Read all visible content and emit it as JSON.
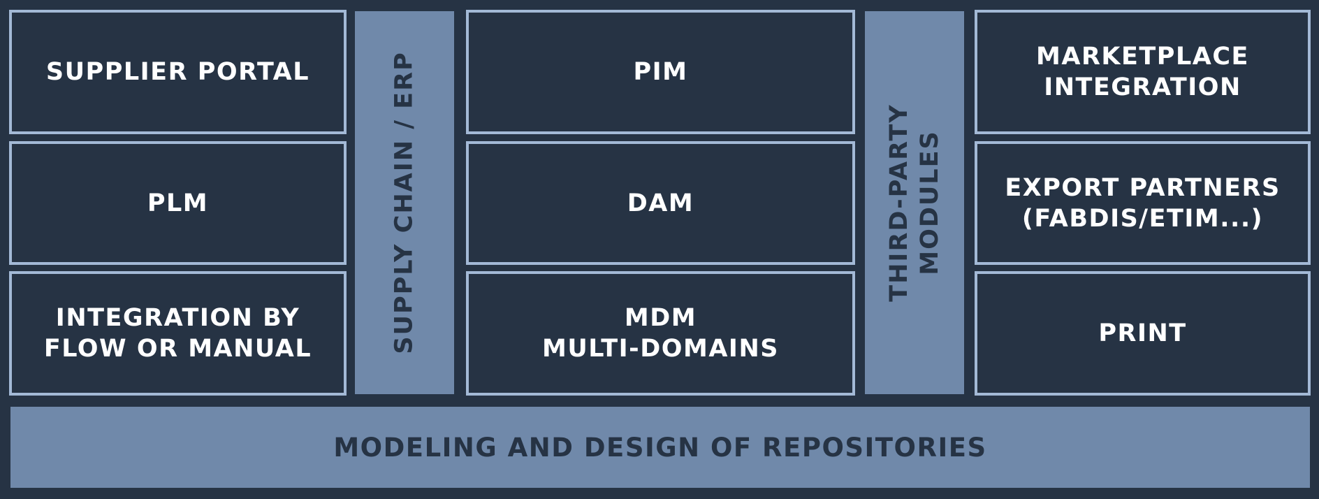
{
  "diagram": {
    "left_column": {
      "supplier_portal": "SUPPLIER PORTAL",
      "plm": "PLM",
      "integration": "INTEGRATION BY\nFLOW OR MANUAL"
    },
    "vertical_bar_left": "SUPPLY CHAIN / ERP",
    "center_column": {
      "pim": "PIM",
      "dam": "DAM",
      "mdm": "MDM\nMULTI-DOMAINS"
    },
    "vertical_bar_right": "THIRD-PARTY\nMODULES",
    "right_column": {
      "marketplace": "MARKETPLACE\nINTEGRATION",
      "export_partners": "EXPORT PARTNERS\n(FABDIS/ETIM...)",
      "print": "PRINT"
    },
    "bottom_bar": "MODELING AND DESIGN OF REPOSITORIES"
  },
  "colors": {
    "background": "#263344",
    "box_border": "#a3b9d6",
    "bar_fill": "#7089aa",
    "box_text": "#ffffff",
    "bar_text": "#263344"
  }
}
